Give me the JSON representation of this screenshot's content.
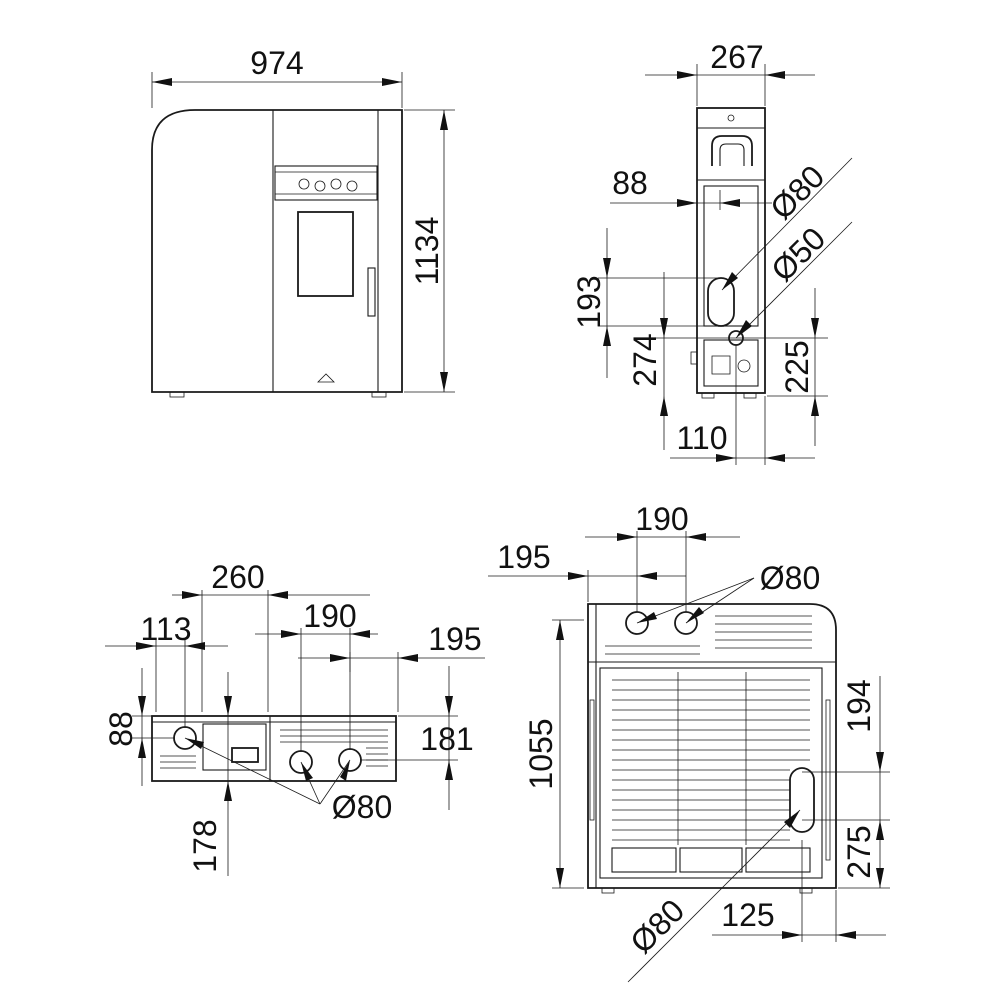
{
  "views": {
    "front": {
      "width_label": "974",
      "height_label": "1134"
    },
    "side": {
      "depth_label": "267",
      "offset_label": "88",
      "dia_upper_label": "Ø80",
      "dia_lower_label": "Ø50",
      "height_upper_label": "193",
      "height_lower_label": "274",
      "height_right_label": "225",
      "bottom_label": "110"
    },
    "top": {
      "w260_label": "260",
      "w113_label": "113",
      "w190_label": "190",
      "w195_label": "195",
      "h88_label": "88",
      "h181_label": "181",
      "h178_label": "178",
      "dia_label": "Ø80"
    },
    "back": {
      "w190_label": "190",
      "w195_label": "195",
      "dia_top_label": "Ø80",
      "h1055_label": "1055",
      "h194_label": "194",
      "h275_label": "275",
      "w125_label": "125",
      "dia_bottom_label": "Ø80"
    }
  }
}
